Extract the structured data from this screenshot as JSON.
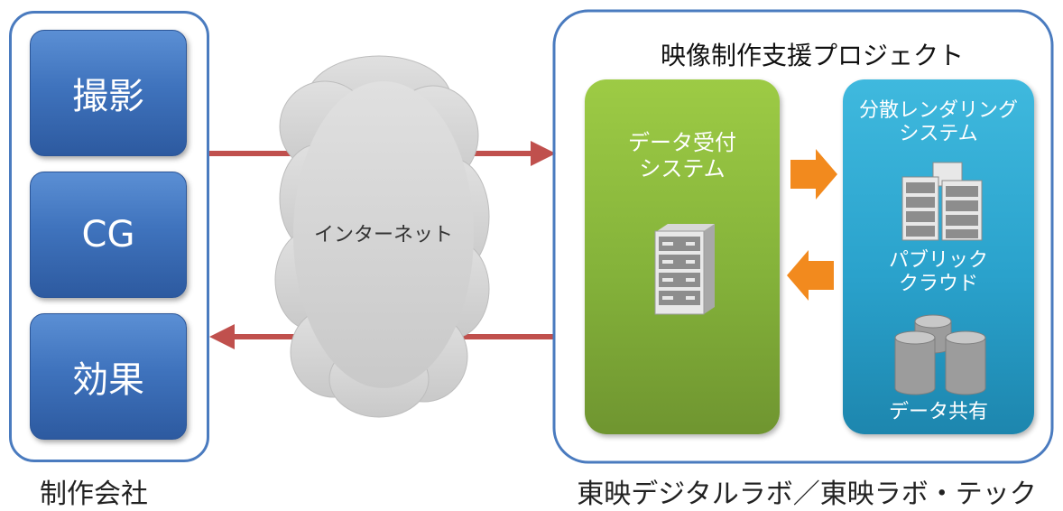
{
  "left_group": {
    "label": "制作会社",
    "buttons": [
      "撮影",
      "CG",
      "効果"
    ]
  },
  "network": {
    "label": "インターネット"
  },
  "project": {
    "title": "映像制作支援プロジェクト",
    "footer": "東映デジタルラボ／東映ラボ・テック",
    "receive_system": "データ受付\nシステム",
    "render_system": "分散レンダリング\nシステム",
    "cloud": "パブリック\nクラウド",
    "share": "データ共有"
  },
  "colors": {
    "frame": "#4a7bbf",
    "arrow_red": "#c0504d",
    "arrow_orange": "#f28a1e",
    "green": "#8ab83c",
    "teal": "#2aa2cc"
  }
}
